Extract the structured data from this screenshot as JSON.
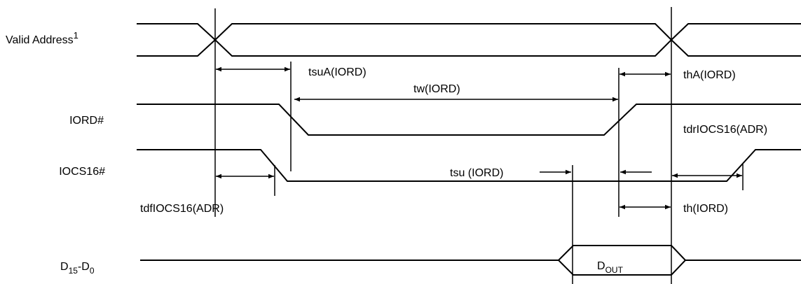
{
  "signals": {
    "valid_address": {
      "name": "Valid Address",
      "sup": "1"
    },
    "iord": {
      "name": "IORD#"
    },
    "iocs16": {
      "name": "IOCS16#"
    },
    "data": {
      "base": "D",
      "sub1": "15",
      "mid": "-D",
      "sub2": "0"
    }
  },
  "timing_labels": {
    "tsuA": "tsuA(IORD)",
    "tw": "tw(IORD)",
    "thA": "thA(IORD)",
    "tdr": "tdrIOCS16(ADR)",
    "tsu": "tsu (IORD)",
    "tdf": "tdfIOCS16(ADR)",
    "th": "th(IORD)"
  },
  "data_value": {
    "base": "D",
    "sub": "OUT"
  }
}
